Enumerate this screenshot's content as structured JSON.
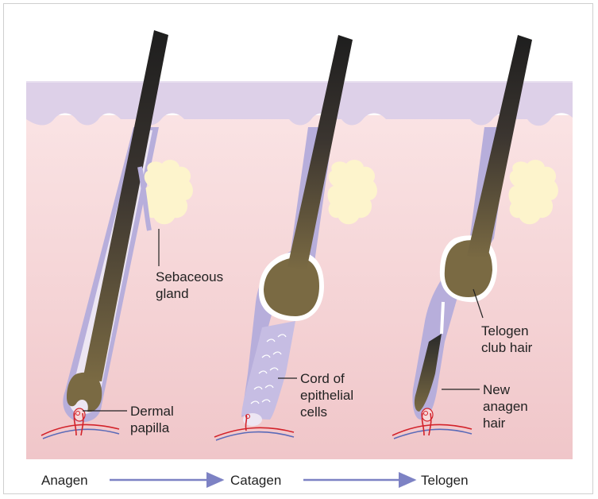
{
  "labels": {
    "sebaceous_gland": "Sebaceous\ngland",
    "dermal_papilla": "Dermal\npapilla",
    "cord_of_epithelial_cells": "Cord of\nepithelial\ncells",
    "telogen_club_hair": "Telogen\nclub hair",
    "new_anagen_hair": "New\nanagen\nhair"
  },
  "stages": [
    "Anagen",
    "Catagen",
    "Telogen"
  ],
  "colors": {
    "dermis": "#f7d8da",
    "epidermis": "#ddd0e8",
    "sheath": "#b7aedb",
    "hair_shaft_top": "#222222",
    "hair_bulb": "#7a6a43",
    "gland": "#fdf4cc",
    "arrow": "#7d82c4",
    "vessel_red": "#d3222a",
    "vessel_blue": "#5a6ab8"
  }
}
